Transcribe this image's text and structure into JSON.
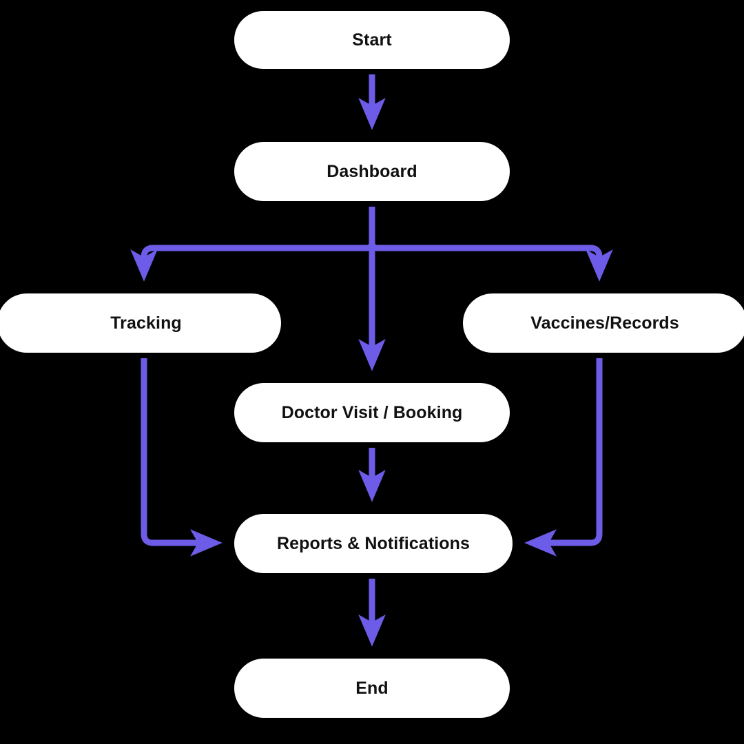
{
  "diagram": {
    "type": "flowchart",
    "orientation": "top-to-bottom",
    "background_color": "#000000",
    "node_fill_color": "#ffffff",
    "node_border_color": "#000000",
    "node_text_color": "#111111",
    "edge_color": "#6C5CE7",
    "node_shape": "stadium",
    "nodes": [
      {
        "id": "start",
        "label": "Start"
      },
      {
        "id": "dashboard",
        "label": "Dashboard"
      },
      {
        "id": "tracking",
        "label": "Tracking"
      },
      {
        "id": "vaccines",
        "label": "Vaccines/Records"
      },
      {
        "id": "doctor",
        "label": "Doctor Visit / Booking"
      },
      {
        "id": "reports",
        "label": "Reports & Notifications"
      },
      {
        "id": "end",
        "label": "End"
      }
    ],
    "edges": [
      {
        "from": "start",
        "to": "dashboard"
      },
      {
        "from": "dashboard",
        "to": "tracking"
      },
      {
        "from": "dashboard",
        "to": "doctor"
      },
      {
        "from": "dashboard",
        "to": "vaccines"
      },
      {
        "from": "tracking",
        "to": "reports"
      },
      {
        "from": "doctor",
        "to": "reports"
      },
      {
        "from": "vaccines",
        "to": "reports"
      },
      {
        "from": "reports",
        "to": "end"
      }
    ]
  }
}
